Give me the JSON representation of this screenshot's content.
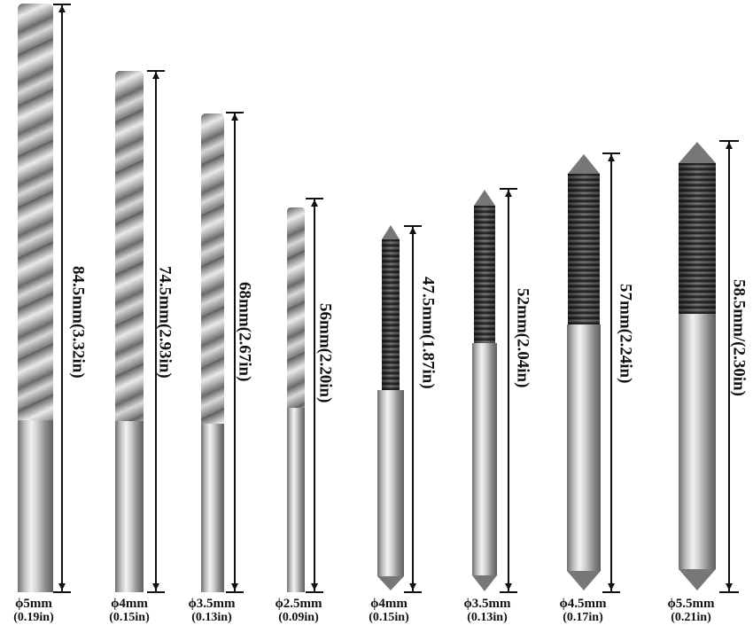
{
  "image": {
    "subject": "Drill bits and taps with length and diameter dimensions",
    "background": "#ffffff"
  },
  "tools": [
    {
      "type": "drill-bit",
      "diameter_mm": "ϕ5mm",
      "diameter_in": "(0.19in)",
      "length_label": "84.5mm(3.32in)"
    },
    {
      "type": "drill-bit",
      "diameter_mm": "ϕ4mm",
      "diameter_in": "(0.15in)",
      "length_label": "74.5mm(2.93in)"
    },
    {
      "type": "drill-bit",
      "diameter_mm": "ϕ3.5mm",
      "diameter_in": "(0.13in)",
      "length_label": "68mm(2.67in)"
    },
    {
      "type": "drill-bit",
      "diameter_mm": "ϕ2.5mm",
      "diameter_in": "(0.09in)",
      "length_label": "56mm(2.20in)"
    },
    {
      "type": "tap",
      "diameter_mm": "ϕ4mm",
      "diameter_in": "(0.15in)",
      "length_label": "47.5mm(1.87in)"
    },
    {
      "type": "tap",
      "diameter_mm": "ϕ3.5mm",
      "diameter_in": "(0.13in)",
      "length_label": "52mm(2.04in)"
    },
    {
      "type": "tap",
      "diameter_mm": "ϕ4.5mm",
      "diameter_in": "(0.17in)",
      "length_label": "57mm(2.24in)"
    },
    {
      "type": "tap",
      "diameter_mm": "ϕ5.5mm",
      "diameter_in": "(0.21in)",
      "length_label": "58.5mm/(2.30in)"
    }
  ]
}
